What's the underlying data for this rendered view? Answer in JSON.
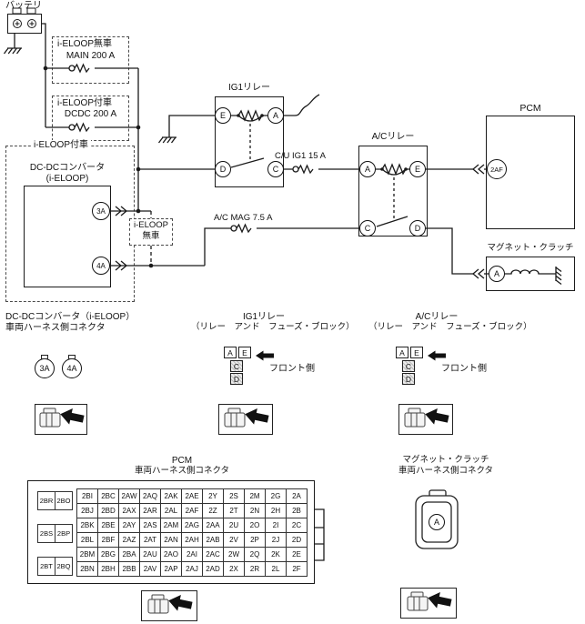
{
  "colors": {
    "line": "#1a1a1a",
    "shade_fill": "#ececec"
  },
  "schematic": {
    "battery": {
      "label": "バッテリ"
    },
    "fuse_main": {
      "variant": "i-ELOOP無車",
      "name": "MAIN 200 A"
    },
    "fuse_dcdc": {
      "variant": "i-ELOOP付車",
      "name": "DCDC 200 A"
    },
    "converter": {
      "variant": "i-ELOOP付車",
      "name_line1": "DC-DCコンバータ",
      "name_line2": "(i-ELOOP)",
      "terminal_top": "3A",
      "terminal_bottom": "4A"
    },
    "bypass": {
      "line1": "i-ELOOP",
      "line2": "無車"
    },
    "ig1_relay": {
      "label": "IG1リレー",
      "terminal_e": "E",
      "terminal_a": "A",
      "terminal_d": "D",
      "terminal_c": "C"
    },
    "fuse_cu_ig1": {
      "name": "C/U IG1 15 A"
    },
    "fuse_ac_mag": {
      "name": "A/C MAG 7.5 A"
    },
    "ac_relay": {
      "label": "A/Cリレー",
      "terminal_a": "A",
      "terminal_e": "E",
      "terminal_c": "C",
      "terminal_d": "D"
    },
    "pcm": {
      "label": "PCM",
      "terminal": "2AF"
    },
    "clutch": {
      "label": "マグネット・クラッチ",
      "terminal": "A"
    }
  },
  "connector_views": {
    "dcdc": {
      "title1": "DC-DCコンバータ（i-ELOOP）",
      "title2": "車両ハーネス側コネクタ",
      "pin1": "3A",
      "pin2": "4A"
    },
    "ig1": {
      "title1": "IG1リレー",
      "title2": "（リレー　アンド　フューズ・ブロック）",
      "pin_a": "A",
      "pin_e": "E",
      "pin_c": "C",
      "pin_d": "D",
      "front": "フロント側"
    },
    "ac": {
      "title1": "A/Cリレー",
      "title2": "（リレー　アンド　フューズ・ブロック）",
      "pin_a": "A",
      "pin_e": "E",
      "pin_c": "C",
      "pin_d": "D",
      "front": "フロント側"
    },
    "pcm": {
      "title1": "PCM",
      "title2": "車両ハーネス側コネクタ",
      "side_grid": [
        [
          "2BR",
          "2BO"
        ],
        [
          "2BS",
          "2BP"
        ],
        [
          "2BT",
          "2BQ"
        ]
      ],
      "grid": [
        [
          "2BI",
          "2BC",
          "2AW",
          "2AQ",
          "2AK",
          "2AE",
          "2Y",
          "2S",
          "2M",
          "2G",
          "2A"
        ],
        [
          "2BJ",
          "2BD",
          "2AX",
          "2AR",
          "2AL",
          "2AF",
          "2Z",
          "2T",
          "2N",
          "2H",
          "2B"
        ],
        [
          "2BK",
          "2BE",
          "2AY",
          "2AS",
          "2AM",
          "2AG",
          "2AA",
          "2U",
          "2O",
          "2I",
          "2C"
        ],
        [
          "2BL",
          "2BF",
          "2AZ",
          "2AT",
          "2AN",
          "2AH",
          "2AB",
          "2V",
          "2P",
          "2J",
          "2D"
        ],
        [
          "2BM",
          "2BG",
          "2BA",
          "2AU",
          "2AO",
          "2AI",
          "2AC",
          "2W",
          "2Q",
          "2K",
          "2E"
        ],
        [
          "2BN",
          "2BH",
          "2BB",
          "2AV",
          "2AP",
          "2AJ",
          "2AD",
          "2X",
          "2R",
          "2L",
          "2F"
        ]
      ]
    },
    "clutch": {
      "title1": "マグネット・クラッチ",
      "title2": "車両ハーネス側コネクタ",
      "pin": "A"
    }
  }
}
